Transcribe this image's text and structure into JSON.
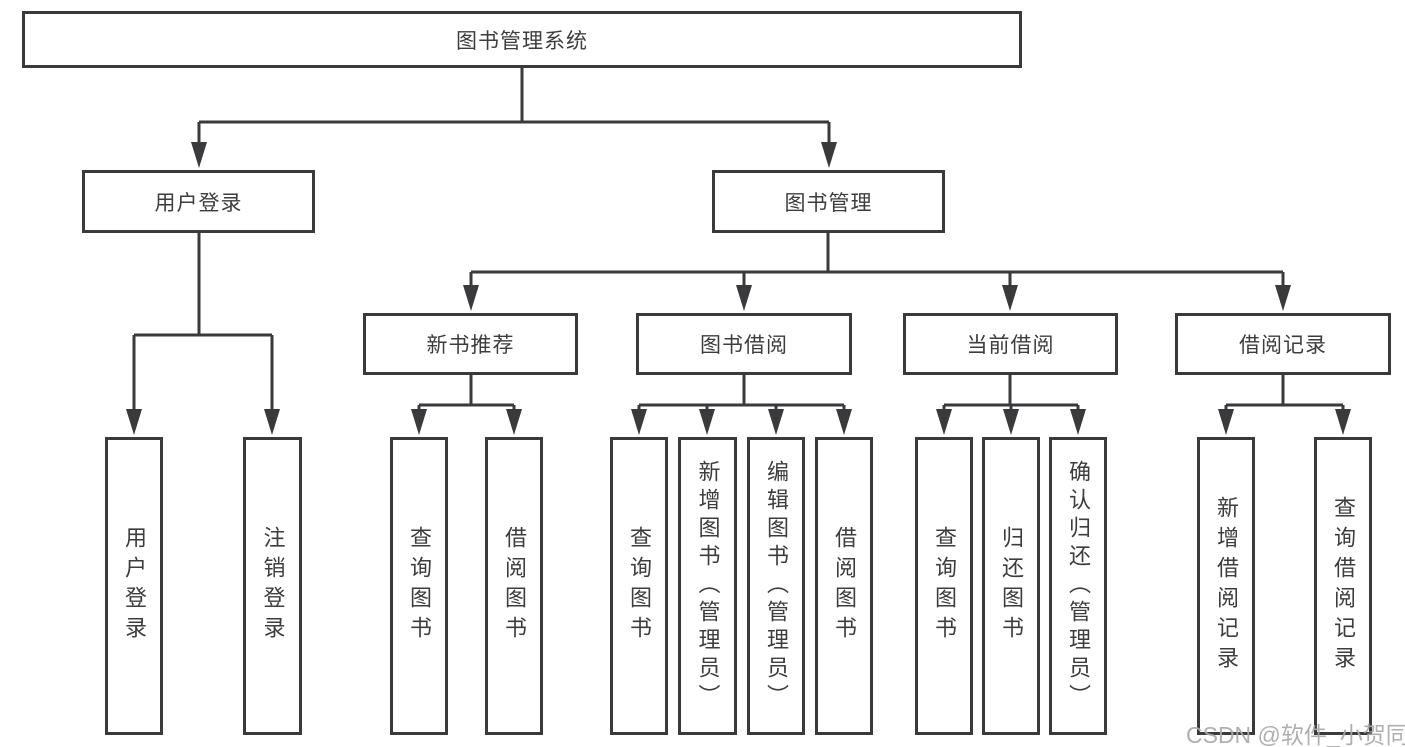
{
  "diagram": {
    "type": "org-tree",
    "root": {
      "label": "图书管理系统"
    },
    "level2": [
      {
        "label": "用户登录"
      },
      {
        "label": "图书管理"
      }
    ],
    "level3": [
      {
        "label": "新书推荐"
      },
      {
        "label": "图书借阅"
      },
      {
        "label": "当前借阅"
      },
      {
        "label": "借阅记录"
      }
    ],
    "leaf_groups": [
      {
        "parent": "用户登录",
        "children": [
          "用户登录",
          "注销登录"
        ]
      },
      {
        "parent": "新书推荐",
        "children": [
          "查询图书",
          "借阅图书"
        ]
      },
      {
        "parent": "图书借阅",
        "children": [
          "查询图书",
          "新增图书（管理员）",
          "编辑图书（管理员）",
          "借阅图书"
        ]
      },
      {
        "parent": "当前借阅",
        "children": [
          "查询图书",
          "归还图书",
          "确认归还（管理员）"
        ]
      },
      {
        "parent": "借阅记录",
        "children": [
          "新增借阅记录",
          "查询借阅记录"
        ]
      }
    ]
  },
  "watermark": "CSDN @软件_小贺同学",
  "colors": {
    "line": "#3a3a3c",
    "text": "#3d3d3f",
    "watermark": "#a9a9a9",
    "background": "#ffffff"
  }
}
